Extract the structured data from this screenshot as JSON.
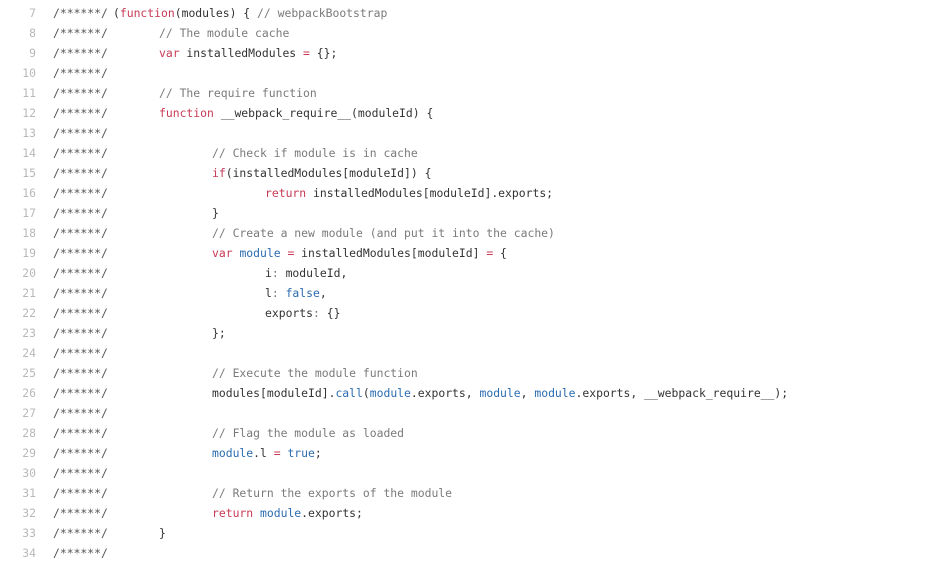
{
  "editor": {
    "marker": "/******/",
    "colors": {
      "keyword": "#c83a55",
      "identifier": "#2b6cb0",
      "comment": "#7a7a7a",
      "text": "#333333",
      "line_number": "#b8b8b8"
    },
    "lines": [
      {
        "num": "7",
        "indent": 0,
        "tokens": [
          [
            "pn",
            "("
          ],
          [
            "kw",
            "function"
          ],
          [
            "pn",
            "(modules) { "
          ],
          [
            "cm",
            "// webpackBootstrap"
          ]
        ]
      },
      {
        "num": "8",
        "indent": 1,
        "tokens": [
          [
            "cm",
            "// The module cache"
          ]
        ]
      },
      {
        "num": "9",
        "indent": 1,
        "tokens": [
          [
            "kw",
            "var"
          ],
          [
            "pn",
            " installedModules "
          ],
          [
            "op",
            "="
          ],
          [
            "pn",
            " {};"
          ]
        ]
      },
      {
        "num": "10",
        "indent": 0,
        "tokens": []
      },
      {
        "num": "11",
        "indent": 1,
        "tokens": [
          [
            "cm",
            "// The require function"
          ]
        ]
      },
      {
        "num": "12",
        "indent": 1,
        "tokens": [
          [
            "kw",
            "function"
          ],
          [
            "pn",
            " __webpack_require__(moduleId) {"
          ]
        ]
      },
      {
        "num": "13",
        "indent": 0,
        "tokens": []
      },
      {
        "num": "14",
        "indent": 2,
        "tokens": [
          [
            "cm",
            "// Check if module is in cache"
          ]
        ]
      },
      {
        "num": "15",
        "indent": 2,
        "tokens": [
          [
            "kw",
            "if"
          ],
          [
            "pn",
            "(installedModules[moduleId]) {"
          ]
        ]
      },
      {
        "num": "16",
        "indent": 3,
        "tokens": [
          [
            "kw",
            "return"
          ],
          [
            "pn",
            " installedModules[moduleId].exports;"
          ]
        ]
      },
      {
        "num": "17",
        "indent": 2,
        "tokens": [
          [
            "pn",
            "}"
          ]
        ]
      },
      {
        "num": "18",
        "indent": 2,
        "tokens": [
          [
            "cm",
            "// Create a new module (and put it into the cache)"
          ]
        ]
      },
      {
        "num": "19",
        "indent": 2,
        "tokens": [
          [
            "kw",
            "var"
          ],
          [
            "pn",
            " "
          ],
          [
            "id",
            "module"
          ],
          [
            "pn",
            " "
          ],
          [
            "op",
            "="
          ],
          [
            "pn",
            " installedModules[moduleId] "
          ],
          [
            "op",
            "="
          ],
          [
            "pn",
            " {"
          ]
        ]
      },
      {
        "num": "20",
        "indent": 3,
        "tokens": [
          [
            "pn",
            "i"
          ],
          [
            "cm",
            ":"
          ],
          [
            "pn",
            " moduleId,"
          ]
        ]
      },
      {
        "num": "21",
        "indent": 3,
        "tokens": [
          [
            "pn",
            "l"
          ],
          [
            "cm",
            ":"
          ],
          [
            "pn",
            " "
          ],
          [
            "lit",
            "false"
          ],
          [
            "pn",
            ","
          ]
        ]
      },
      {
        "num": "22",
        "indent": 3,
        "tokens": [
          [
            "pn",
            "exports"
          ],
          [
            "cm",
            ":"
          ],
          [
            "pn",
            " {}"
          ]
        ]
      },
      {
        "num": "23",
        "indent": 2,
        "tokens": [
          [
            "pn",
            "};"
          ]
        ]
      },
      {
        "num": "24",
        "indent": 0,
        "tokens": []
      },
      {
        "num": "25",
        "indent": 2,
        "tokens": [
          [
            "cm",
            "// Execute the module function"
          ]
        ]
      },
      {
        "num": "26",
        "indent": 2,
        "tokens": [
          [
            "pn",
            "modules[moduleId]."
          ],
          [
            "id",
            "call"
          ],
          [
            "pn",
            "("
          ],
          [
            "id",
            "module"
          ],
          [
            "pn",
            ".exports, "
          ],
          [
            "id",
            "module"
          ],
          [
            "pn",
            ", "
          ],
          [
            "id",
            "module"
          ],
          [
            "pn",
            ".exports, __webpack_require__);"
          ]
        ]
      },
      {
        "num": "27",
        "indent": 0,
        "tokens": []
      },
      {
        "num": "28",
        "indent": 2,
        "tokens": [
          [
            "cm",
            "// Flag the module as loaded"
          ]
        ]
      },
      {
        "num": "29",
        "indent": 2,
        "tokens": [
          [
            "id",
            "module"
          ],
          [
            "pn",
            ".l "
          ],
          [
            "op",
            "="
          ],
          [
            "pn",
            " "
          ],
          [
            "lit",
            "true"
          ],
          [
            "pn",
            ";"
          ]
        ]
      },
      {
        "num": "30",
        "indent": 0,
        "tokens": []
      },
      {
        "num": "31",
        "indent": 2,
        "tokens": [
          [
            "cm",
            "// Return the exports of the module"
          ]
        ]
      },
      {
        "num": "32",
        "indent": 2,
        "tokens": [
          [
            "kw",
            "return"
          ],
          [
            "pn",
            " "
          ],
          [
            "id",
            "module"
          ],
          [
            "pn",
            ".exports;"
          ]
        ]
      },
      {
        "num": "33",
        "indent": 1,
        "tokens": [
          [
            "pn",
            "}"
          ]
        ]
      },
      {
        "num": "34",
        "indent": 0,
        "tokens": []
      }
    ]
  }
}
